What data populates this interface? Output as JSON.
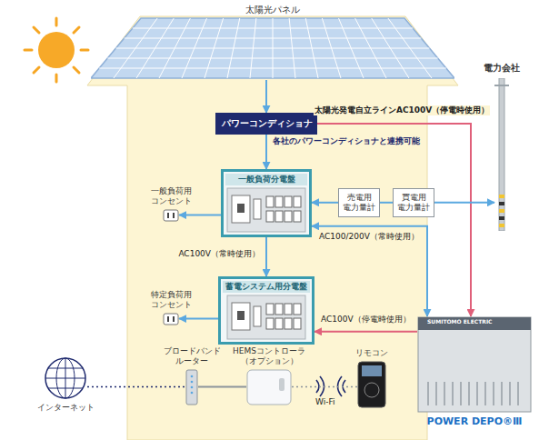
{
  "diagram": {
    "nodes": [
      {
        "text": [
          "太陽光パネル"
        ]
      },
      {
        "text": [
          "パワーコンディショナ"
        ]
      },
      {
        "text": [
          "電力会社"
        ]
      },
      {
        "text": [
          "一般負荷用 コンセント"
        ]
      },
      {
        "text": [
          "一般負荷分電盤"
        ]
      },
      {
        "text": [
          "売電用 電力量計"
        ]
      },
      {
        "text": [
          "買電用 電力量計"
        ]
      },
      {
        "text": [
          "特定負荷用 コンセント"
        ]
      },
      {
        "text": [
          "蓄電システム用分電盤"
        ]
      },
      {
        "text": [
          "ブロードバンド ルーター"
        ]
      },
      {
        "text": [
          "HEMSコントローラ （オプション）"
        ]
      },
      {
        "text": [
          "リモコン"
        ]
      },
      {
        "text": [
          "インターネット"
        ]
      },
      {
        "text": [
          "POWER DEPO®Ⅲ"
        ]
      }
    ],
    "edges": [
      {
        "from": 0,
        "to": 1,
        "arrow": "to"
      },
      {
        "from": 1,
        "to": 4,
        "arrow": "to"
      },
      {
        "from": 1,
        "to": 13,
        "label": "太陽光発電自立ラインAC100V（停電時使用）",
        "arrow": "to"
      },
      {
        "from": 4,
        "to": 3,
        "arrow": "to"
      },
      {
        "from": 5,
        "to": 4,
        "arrow": "to"
      },
      {
        "from": 5,
        "to": 6,
        "arrow": "none"
      },
      {
        "from": 6,
        "to": 2,
        "arrow": "to"
      },
      {
        "from": 4,
        "to": 8,
        "label": "AC100V（常時使用）",
        "arrow": "to"
      },
      {
        "from": 4,
        "to": 13,
        "label": "AC100/200V（常時使用）",
        "arrow": "both"
      },
      {
        "from": 8,
        "to": 7,
        "arrow": "to"
      },
      {
        "from": 13,
        "to": 8,
        "label": "AC100V（停電時使用）",
        "arrow": "to"
      },
      {
        "from": 12,
        "to": 9,
        "arrow": "none"
      },
      {
        "from": 9,
        "to": 10,
        "arrow": "none"
      },
      {
        "from": 10,
        "to": 11,
        "label": "Wi-Fi",
        "arrow": "none"
      }
    ],
    "labels": [
      "各社のパワーコンディショナと連携可能",
      "SUMITOMO ELECTRIC"
    ]
  }
}
